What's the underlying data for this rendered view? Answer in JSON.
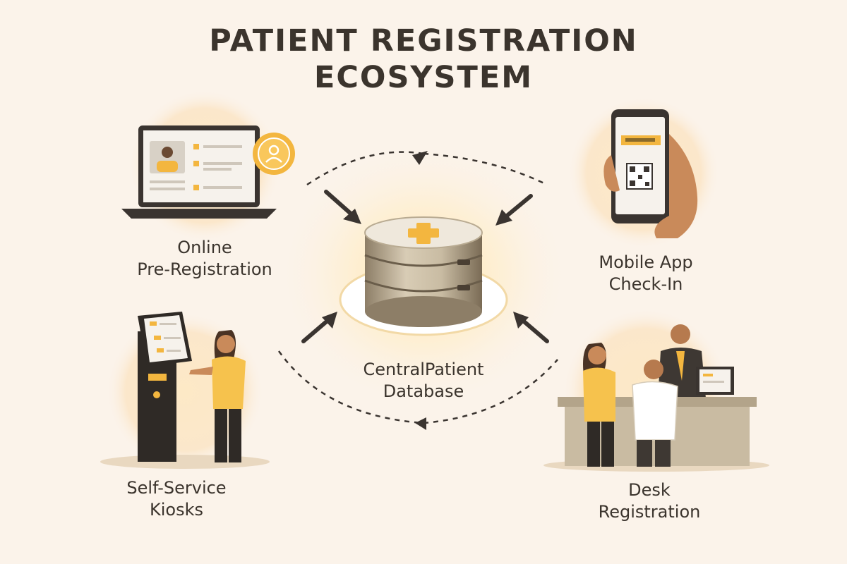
{
  "title": {
    "line1": "PATIENT REGISTRATION",
    "line2": "ECOSYSTEM"
  },
  "nodes": {
    "online": {
      "line1": "Online",
      "line2": "Pre-Registration"
    },
    "mobile": {
      "line1": "Mobile App",
      "line2": "Check-In"
    },
    "kiosk": {
      "line1": "Self-Service",
      "line2": "Kiosks"
    },
    "desk": {
      "line1": "Desk",
      "line2": "Registration"
    },
    "central": {
      "line1": "CentralPatient",
      "line2": "Database"
    }
  },
  "colors": {
    "background": "#fbf3ea",
    "accent": "#f3b63f",
    "text": "#3b342d",
    "dark": "#3a3430"
  }
}
